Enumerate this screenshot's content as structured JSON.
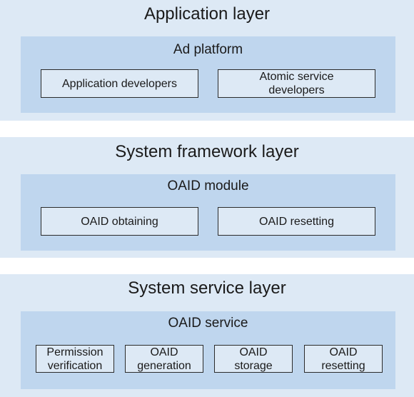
{
  "layers": [
    {
      "title": "Application layer",
      "module": {
        "title": "Ad platform",
        "items": [
          "Application developers",
          "Atomic service developers"
        ]
      }
    },
    {
      "title": "System framework layer",
      "module": {
        "title": "OAID module",
        "items": [
          "OAID obtaining",
          "OAID resetting"
        ]
      }
    },
    {
      "title": "System service layer",
      "module": {
        "title": "OAID service",
        "items": [
          "Permission verification",
          "OAID generation",
          "OAID storage",
          "OAID resetting"
        ]
      }
    }
  ],
  "colors": {
    "layer_background": "#dde9f5",
    "module_background": "#bfd6ee",
    "box_border": "#2b2b2b"
  }
}
